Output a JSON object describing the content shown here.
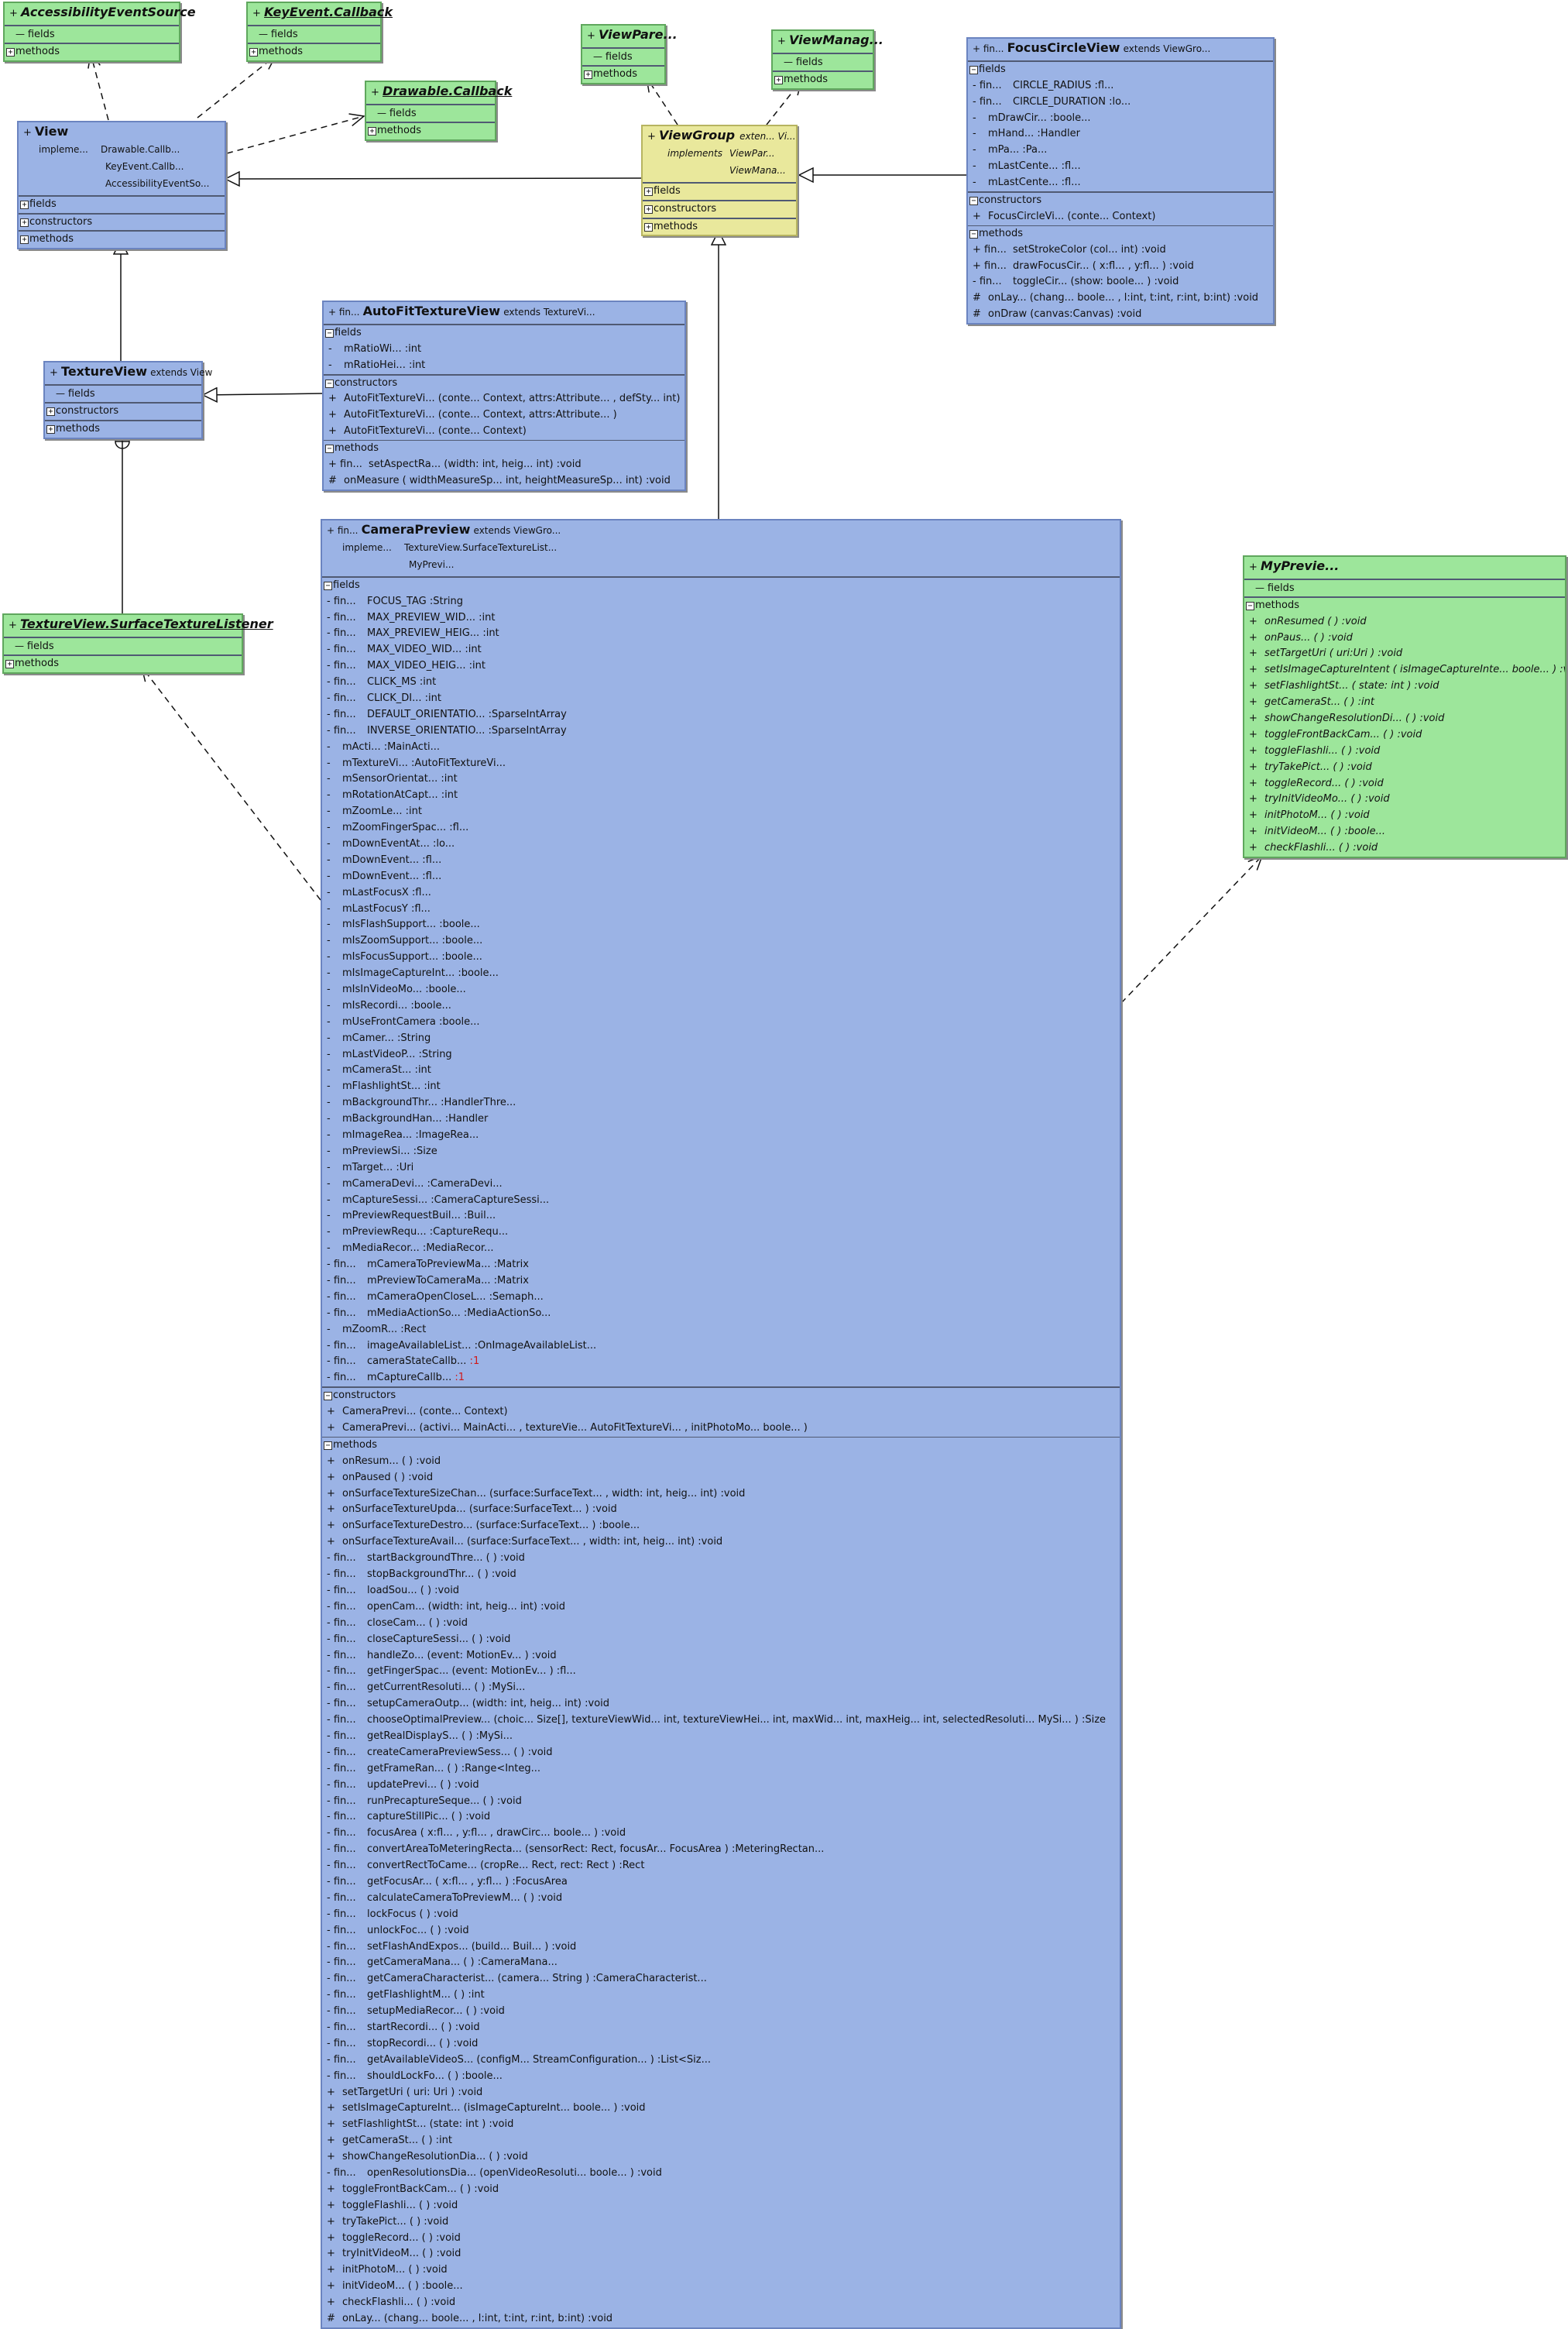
{
  "classes": {
    "accessibility_event_source": {
      "title": "AccessibilityEventSource",
      "fields": "fields",
      "methods": "methods"
    },
    "key_event_callback": {
      "title": "KeyEvent.Callback",
      "fields": "fields",
      "methods": "methods"
    },
    "drawable_callback": {
      "title": "Drawable.Callback",
      "fields": "fields",
      "methods": "methods"
    },
    "view": {
      "title": "View",
      "implements_label": "impleme...",
      "implements": [
        "Drawable.Callb...",
        "KeyEvent.Callb...",
        "AccessibilityEventSo..."
      ],
      "fields": "fields",
      "constructors": "constructors",
      "methods": "methods"
    },
    "view_parent": {
      "title": "ViewPare...",
      "fields": "fields",
      "methods": "methods"
    },
    "view_manager": {
      "title": "ViewManag...",
      "fields": "fields",
      "methods": "methods"
    },
    "view_group": {
      "title": "ViewGroup",
      "extends": "exten...  Vi...",
      "implements_label": "implements",
      "implements": [
        "ViewPar...",
        "ViewMana..."
      ],
      "fields": "fields",
      "constructors": "constructors",
      "methods": "methods"
    },
    "focus_circle_view": {
      "prefix": "+ fin...",
      "title": "FocusCircleView",
      "extends": "extends  ViewGro...",
      "fields_label": "fields",
      "fields": [
        [
          "- fin...",
          "CIRCLE_RADIUS :fl..."
        ],
        [
          "- fin...",
          "CIRCLE_DURATION :lo..."
        ],
        [
          "-",
          "mDrawCir...   :boole..."
        ],
        [
          "-",
          "mHand... :Handler"
        ],
        [
          "-",
          "mPa... :Pa..."
        ],
        [
          "-",
          "mLastCente... :fl..."
        ],
        [
          "-",
          "mLastCente... :fl..."
        ]
      ],
      "constructors_label": "constructors",
      "constructors": [
        [
          "+",
          "FocusCircleVi...  (conte... Context)"
        ]
      ],
      "methods_label": "methods",
      "methods": [
        [
          "+ fin...",
          "setStrokeColor (col... int) :void"
        ],
        [
          "+ fin...",
          "drawFocusCir...  ( x:fl...   ,  y:fl...   ) :void"
        ],
        [
          "- fin...",
          "toggleCir...   (show: boole... ) :void"
        ],
        [
          "#",
          "onLay...   (chang...   boole...  ,  l:int,  t:int,  r:int,  b:int) :void"
        ],
        [
          "#",
          "onDraw (canvas:Canvas) :void"
        ]
      ]
    },
    "auto_fit_texture_view": {
      "prefix": "+ fin...",
      "title": "AutoFitTextureView",
      "extends": "extends  TextureVi...",
      "fields_label": "fields",
      "fields": [
        [
          "-",
          "mRatioWi...   :int"
        ],
        [
          "-",
          "mRatioHei...  :int"
        ]
      ],
      "constructors_label": "constructors",
      "constructors": [
        [
          "+",
          "AutoFitTextureVi...  (conte... Context,  attrs:Attribute...   ,  defSty...  int)"
        ],
        [
          "+",
          "AutoFitTextureVi...  (conte... Context,  attrs:Attribute...   )"
        ],
        [
          "+",
          "AutoFitTextureVi...  (conte... Context)"
        ]
      ],
      "methods_label": "methods",
      "methods": [
        [
          "+ fin...",
          "setAspectRa...  (width: int,  heig...  int) :void"
        ],
        [
          "#",
          "onMeasure ( widthMeasureSp...   int,  heightMeasureSp...  int) :void"
        ]
      ]
    },
    "texture_view": {
      "title": "TextureView",
      "extends": "extends  View",
      "fields": "fields",
      "constructors": "constructors",
      "methods": "methods"
    },
    "surface_texture_listener": {
      "title": "TextureView.SurfaceTextureListener",
      "fields": "fields",
      "methods": "methods"
    },
    "my_preview": {
      "title": "MyPrevie...",
      "fields_label": "fields",
      "methods_label": "methods",
      "methods": [
        [
          "+",
          "onResumed ( ) :void"
        ],
        [
          "+",
          "onPaus...  ( ) :void"
        ],
        [
          "+",
          "setTargetUri ( uri:Uri ) :void"
        ],
        [
          "+",
          "setIsImageCaptureIntent ( isImageCaptureInte...   boole...  ) :void"
        ],
        [
          "+",
          "setFlashlightSt...   ( state: int ) :void"
        ],
        [
          "+",
          "getCameraSt...  ( ) :int"
        ],
        [
          "+",
          "showChangeResolutionDi...    ( ) :void"
        ],
        [
          "+",
          "toggleFrontBackCam...   ( ) :void"
        ],
        [
          "+",
          "toggleFlashli...   ( ) :void"
        ],
        [
          "+",
          "tryTakePict...   ( ) :void"
        ],
        [
          "+",
          "toggleRecord...  ( ) :void"
        ],
        [
          "+",
          "tryInitVideoMo...  ( ) :void"
        ],
        [
          "+",
          "initPhotoM...   ( ) :void"
        ],
        [
          "+",
          "initVideoM...   ( ) :boole..."
        ],
        [
          "+",
          "checkFlashli...  ( ) :void"
        ]
      ]
    },
    "camera_preview": {
      "prefix": "+ fin...",
      "title": "CameraPreview",
      "extends": "extends  ViewGro...",
      "implements_label": "impleme...",
      "implements": [
        "TextureView.SurfaceTextureList...",
        "MyPrevi..."
      ],
      "fields_label": "fields",
      "fields": [
        [
          "- fin...",
          "FOCUS_TAG :String"
        ],
        [
          "- fin...",
          "MAX_PREVIEW_WID...  :int"
        ],
        [
          "- fin...",
          "MAX_PREVIEW_HEIG...  :int"
        ],
        [
          "- fin...",
          "MAX_VIDEO_WID...  :int"
        ],
        [
          "- fin...",
          "MAX_VIDEO_HEIG...  :int"
        ],
        [
          "- fin...",
          "CLICK_MS :int"
        ],
        [
          "- fin...",
          "CLICK_DI...  :int"
        ],
        [
          "- fin...",
          "DEFAULT_ORIENTATIO...   :SparseIntArray"
        ],
        [
          "- fin...",
          "INVERSE_ORIENTATIO...  :SparseIntArray"
        ],
        [
          "-",
          "mActi...   :MainActi..."
        ],
        [
          "-",
          "mTextureVi...   :AutoFitTextureVi..."
        ],
        [
          "-",
          "mSensorOrientat...   :int"
        ],
        [
          "-",
          "mRotationAtCapt...    :int"
        ],
        [
          "-",
          "mZoomLe...   :int"
        ],
        [
          "-",
          "mZoomFingerSpac...  :fl..."
        ],
        [
          "-",
          "mDownEventAt...   :lo..."
        ],
        [
          "-",
          "mDownEvent...   :fl..."
        ],
        [
          "-",
          "mDownEvent...   :fl..."
        ],
        [
          "-",
          "mLastFocusX :fl..."
        ],
        [
          "-",
          "mLastFocusY :fl..."
        ],
        [
          "-",
          "mIsFlashSupport...  :boole..."
        ],
        [
          "-",
          "mIsZoomSupport...   :boole..."
        ],
        [
          "-",
          "mIsFocusSupport...   :boole..."
        ],
        [
          "-",
          "mIsImageCaptureInt...   :boole..."
        ],
        [
          "-",
          "mIsInVideoMo...  :boole..."
        ],
        [
          "-",
          "mIsRecordi...  :boole..."
        ],
        [
          "-",
          "mUseFrontCamera :boole..."
        ],
        [
          "-",
          "mCamer...   :String"
        ],
        [
          "-",
          "mLastVideoP...    :String"
        ],
        [
          "-",
          "mCameraSt...   :int"
        ],
        [
          "-",
          "mFlashlightSt...   :int"
        ],
        [
          "-",
          "mBackgroundThr...    :HandlerThre..."
        ],
        [
          "-",
          "mBackgroundHan...    :Handler"
        ],
        [
          "-",
          "mImageRea...   :ImageRea..."
        ],
        [
          "-",
          "mPreviewSi...  :Size"
        ],
        [
          "-",
          "mTarget...   :Uri"
        ],
        [
          "-",
          "mCameraDevi...  :CameraDevi..."
        ],
        [
          "-",
          "mCaptureSessi...  :CameraCaptureSessi..."
        ],
        [
          "-",
          "mPreviewRequestBuil...    :Buil..."
        ],
        [
          "-",
          "mPreviewRequ...    :CaptureRequ..."
        ],
        [
          "-",
          "mMediaRecor...    :MediaRecor..."
        ],
        [
          "- fin...",
          "mCameraToPreviewMa...   :Matrix"
        ],
        [
          "- fin...",
          "mPreviewToCameraMa...   :Matrix"
        ],
        [
          "- fin...",
          "mCameraOpenCloseL...    :Semaph..."
        ],
        [
          "- fin...",
          "mMediaActionSo...    :MediaActionSo..."
        ],
        [
          "-",
          "mZoomR...  :Rect"
        ],
        [
          "- fin...",
          "imageAvailableList...     :OnImageAvailableList..."
        ],
        [
          "- fin...",
          "cameraStateCallb...  ",
          "1"
        ],
        [
          "- fin...",
          "mCaptureCallb...  ",
          "1"
        ]
      ],
      "constructors_label": "constructors",
      "constructors": [
        [
          "+",
          "CameraPrevi...  (conte...  Context)"
        ],
        [
          "+",
          "CameraPrevi...  (activi... MainActi...   ,  textureVie... AutoFitTextureVi...   ,  initPhotoMo...   boole... )"
        ]
      ],
      "methods_label": "methods",
      "methods": [
        [
          "+",
          "onResum...  ( ) :void"
        ],
        [
          "+",
          "onPaused ( ) :void"
        ],
        [
          "+",
          "onSurfaceTextureSizeChan...    (surface:SurfaceText...   ,  width: int,  heig...  int) :void"
        ],
        [
          "+",
          "onSurfaceTextureUpda...   (surface:SurfaceText...   ) :void"
        ],
        [
          "+",
          "onSurfaceTextureDestro...    (surface:SurfaceText...  ) :boole..."
        ],
        [
          "+",
          "onSurfaceTextureAvail...    (surface:SurfaceText...   ,  width: int,  heig...  int) :void"
        ],
        [
          "- fin...",
          "startBackgroundThre...   ( ) :void"
        ],
        [
          "- fin...",
          "stopBackgroundThr...    ( ) :void"
        ],
        [
          "- fin...",
          "loadSou...   ( ) :void"
        ],
        [
          "- fin...",
          "openCam...   (width: int,  heig...  int) :void"
        ],
        [
          "- fin...",
          "closeCam...   ( ) :void"
        ],
        [
          "- fin...",
          "closeCaptureSessi...  ( ) :void"
        ],
        [
          "- fin...",
          "handleZo...   (event: MotionEv...   ) :void"
        ],
        [
          "- fin...",
          "getFingerSpac...   (event: MotionEv...  ) :fl..."
        ],
        [
          "- fin...",
          "getCurrentResoluti...  ( ) :MySi..."
        ],
        [
          "- fin...",
          "setupCameraOutp...    (width: int,  heig...  int) :void"
        ],
        [
          "- fin...",
          "chooseOptimalPreview...    (choic...  Size[],  textureViewWid...  int,  textureViewHei...   int,  maxWid...  int,  maxHeig...  int,  selectedResoluti...   MySi... ) :Size"
        ],
        [
          "- fin...",
          "getRealDisplayS...  ( ) :MySi..."
        ],
        [
          "- fin...",
          "createCameraPreviewSess...   ( ) :void"
        ],
        [
          "- fin...",
          "getFrameRan...  ( ) :Range<Integ..."
        ],
        [
          "- fin...",
          "updatePrevi...  ( ) :void"
        ],
        [
          "- fin...",
          "runPrecaptureSeque...    ( ) :void"
        ],
        [
          "- fin...",
          "captureStillPic...   ( ) :void"
        ],
        [
          "- fin...",
          "focusArea ( x:fl...   ,  y:fl...   ,  drawCirc...  boole... ) :void"
        ],
        [
          "- fin...",
          "convertAreaToMeteringRecta...    (sensorRect: Rect,  focusAr...   FocusArea ) :MeteringRectan..."
        ],
        [
          "- fin...",
          "convertRectToCame...    (cropRe...  Rect,  rect: Rect ) :Rect"
        ],
        [
          "- fin...",
          "getFocusAr...   ( x:fl...   ,  y:fl...  ) :FocusArea"
        ],
        [
          "- fin...",
          "calculateCameraToPreviewM...    ( ) :void"
        ],
        [
          "- fin...",
          "lockFocus ( ) :void"
        ],
        [
          "- fin...",
          "unlockFoc...  ( ) :void"
        ],
        [
          "- fin...",
          "setFlashAndExpos...    (build...  Buil...   ) :void"
        ],
        [
          "- fin...",
          "getCameraMana...   ( ) :CameraMana..."
        ],
        [
          "- fin...",
          "getCameraCharacterist...  (camera...  String ) :CameraCharacterist..."
        ],
        [
          "- fin...",
          "getFlashlightM...   ( ) :int"
        ],
        [
          "- fin...",
          "setupMediaRecor...   ( ) :void"
        ],
        [
          "- fin...",
          "startRecordi...   ( ) :void"
        ],
        [
          "- fin...",
          "stopRecordi...   ( ) :void"
        ],
        [
          "- fin...",
          "getAvailableVideoS...    (configM...  StreamConfiguration...     ) :List<Siz..."
        ],
        [
          "- fin...",
          "shouldLockFo...    ( ) :boole..."
        ],
        [
          "+",
          "setTargetUri ( uri: Uri ) :void"
        ],
        [
          "+",
          "setIsImageCaptureInt...    (isImageCaptureInt...    boole... ) :void"
        ],
        [
          "+",
          "setFlashlightSt...    (state: int ) :void"
        ],
        [
          "+",
          "getCameraSt...    ( ) :int"
        ],
        [
          "+",
          "showChangeResolutionDia...   ( ) :void"
        ],
        [
          "- fin...",
          "openResolutionsDia...  (openVideoResoluti...    boole... ) :void"
        ],
        [
          "+",
          "toggleFrontBackCam...   ( ) :void"
        ],
        [
          "+",
          "toggleFlashli...   ( ) :void"
        ],
        [
          "+",
          "tryTakePict...    ( ) :void"
        ],
        [
          "+",
          "toggleRecord...  ( ) :void"
        ],
        [
          "+",
          "tryInitVideoM...   ( ) :void"
        ],
        [
          "+",
          "initPhotoM...   ( ) :void"
        ],
        [
          "+",
          "initVideoM...   ( ) :boole..."
        ],
        [
          "+",
          "checkFlashli...   ( ) :void"
        ],
        [
          "#",
          "onLay...   (chang...   boole...  ,  l:int,  t:int,  r:int,  b:int) :void"
        ]
      ]
    }
  },
  "colors": {
    "class_blue": "#9bb3e5",
    "interface_green": "#9de69b",
    "abstract_yellow": "#e9e89c",
    "edge": "#111111",
    "multiplicity_red": "#d01818"
  }
}
